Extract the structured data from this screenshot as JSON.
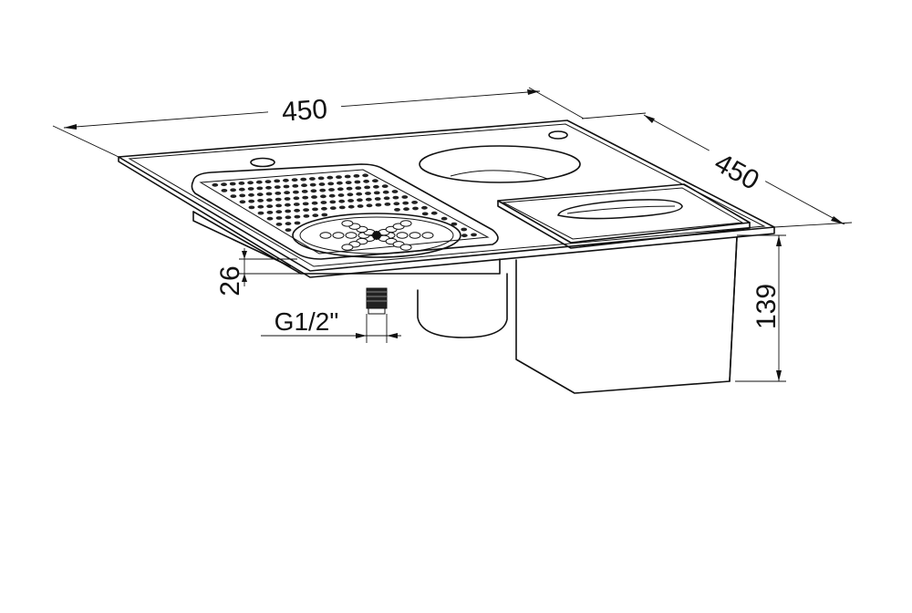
{
  "drawing": {
    "dimensions": {
      "width": "450",
      "depth": "450",
      "height": "139",
      "rim_depth": "26",
      "connection": "G1/2\""
    },
    "line_color": "#111111",
    "background": "#ffffff"
  }
}
